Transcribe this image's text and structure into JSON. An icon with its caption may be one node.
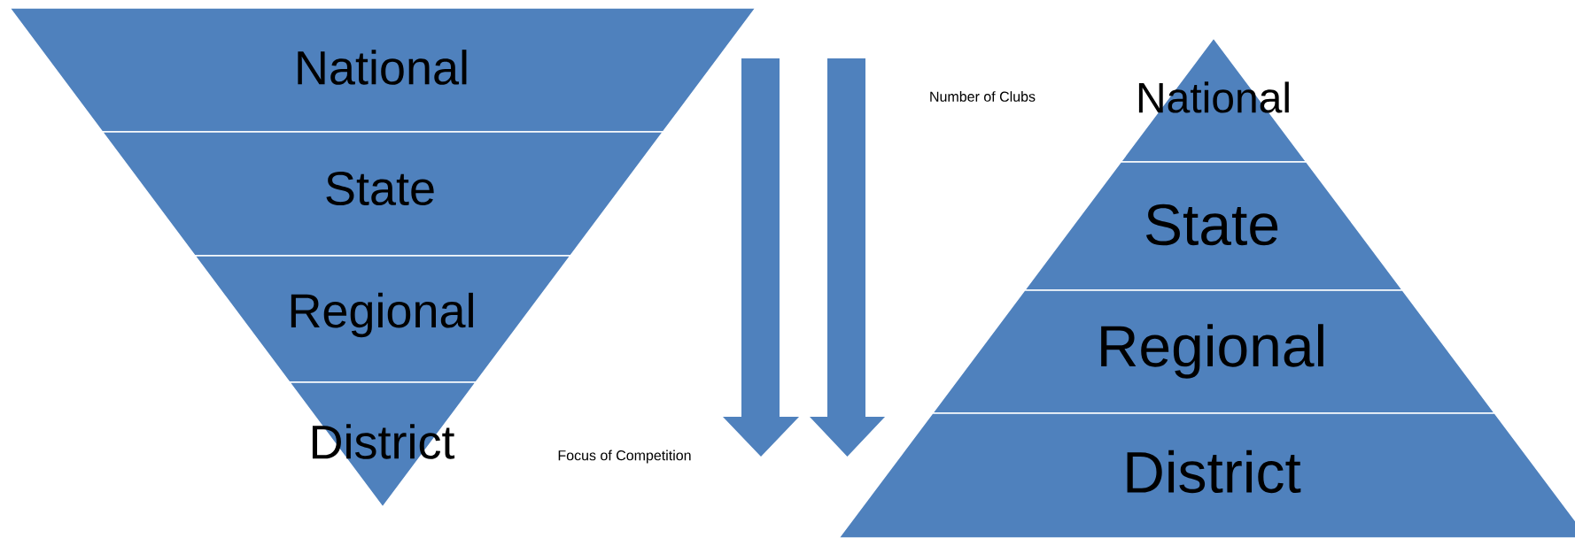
{
  "diagram": {
    "nodes": [
      {
        "text": [
          "National"
        ]
      },
      {
        "text": [
          "State"
        ]
      },
      {
        "text": [
          "Regional"
        ]
      },
      {
        "text": [
          "District"
        ]
      },
      {
        "text": [
          "National"
        ]
      },
      {
        "text": [
          "State"
        ]
      },
      {
        "text": [
          "Regional"
        ]
      },
      {
        "text": [
          "District"
        ]
      }
    ],
    "labels": [
      "Number of Clubs",
      "Focus of Competition"
    ]
  }
}
